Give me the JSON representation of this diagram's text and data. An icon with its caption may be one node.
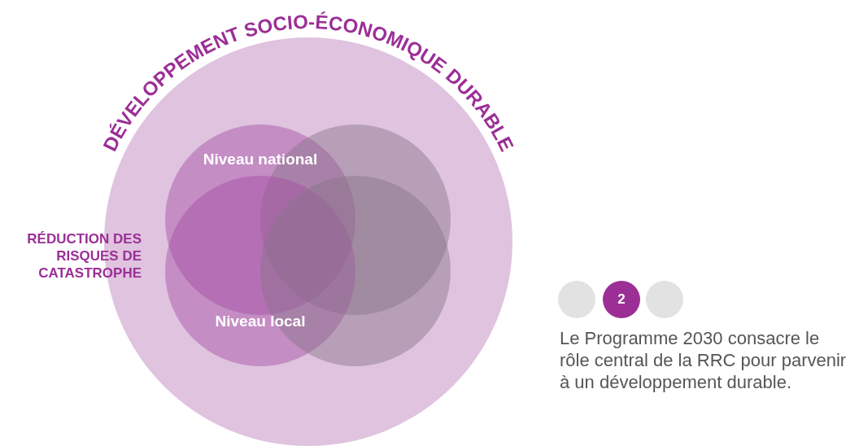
{
  "diagram": {
    "nodes": [
      {
        "text": [
          "DÉVELOPPEMENT SOCIO-ÉCONOMIQUE DURABLE"
        ]
      },
      {
        "text": [
          "Niveau national"
        ],
        "in": 0
      },
      {
        "text": [],
        "shape": "circle",
        "in": 0
      },
      {
        "text": [
          "Niveau local"
        ],
        "in": 0
      },
      {
        "text": [],
        "shape": "circle",
        "in": 0
      },
      {
        "text": [],
        "shape": "circle"
      },
      {
        "text": [
          "2"
        ]
      },
      {
        "text": [],
        "shape": "circle"
      }
    ],
    "labels": [
      "RÉDUCTION DES RISQUES DE CATASTROPHE",
      "Le Programme 2030 consacre le rôle central de la RRC pour parvenir à un développement durable."
    ]
  }
}
